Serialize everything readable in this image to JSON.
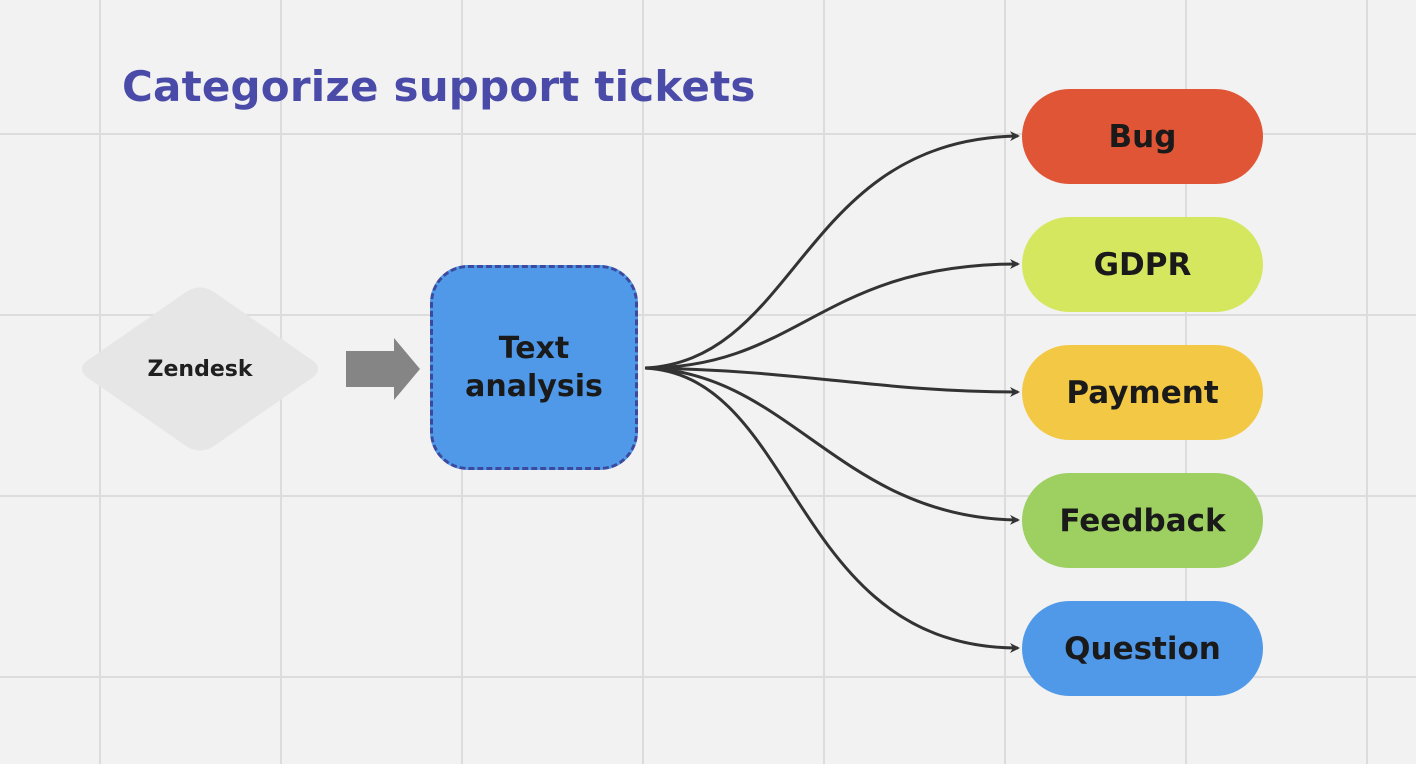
{
  "title": "Categorize support tickets",
  "source": {
    "label": "Zendesk",
    "shape": "diamond",
    "color": "#e6e6e6"
  },
  "process": {
    "label": "Text analysis",
    "color": "#5099e8",
    "border_color": "#3c4a9e"
  },
  "flow_arrow": {
    "color": "#858585",
    "icon": "right-arrow-icon"
  },
  "connector_color": "#333333",
  "categories": [
    {
      "label": "Bug",
      "color": "#e05535"
    },
    {
      "label": "GDPR",
      "color": "#d4e75e"
    },
    {
      "label": "Payment",
      "color": "#f2c845"
    },
    {
      "label": "Feedback",
      "color": "#9dd061"
    },
    {
      "label": "Question",
      "color": "#5099e8"
    }
  ],
  "grid_color": "#dcdcdc"
}
